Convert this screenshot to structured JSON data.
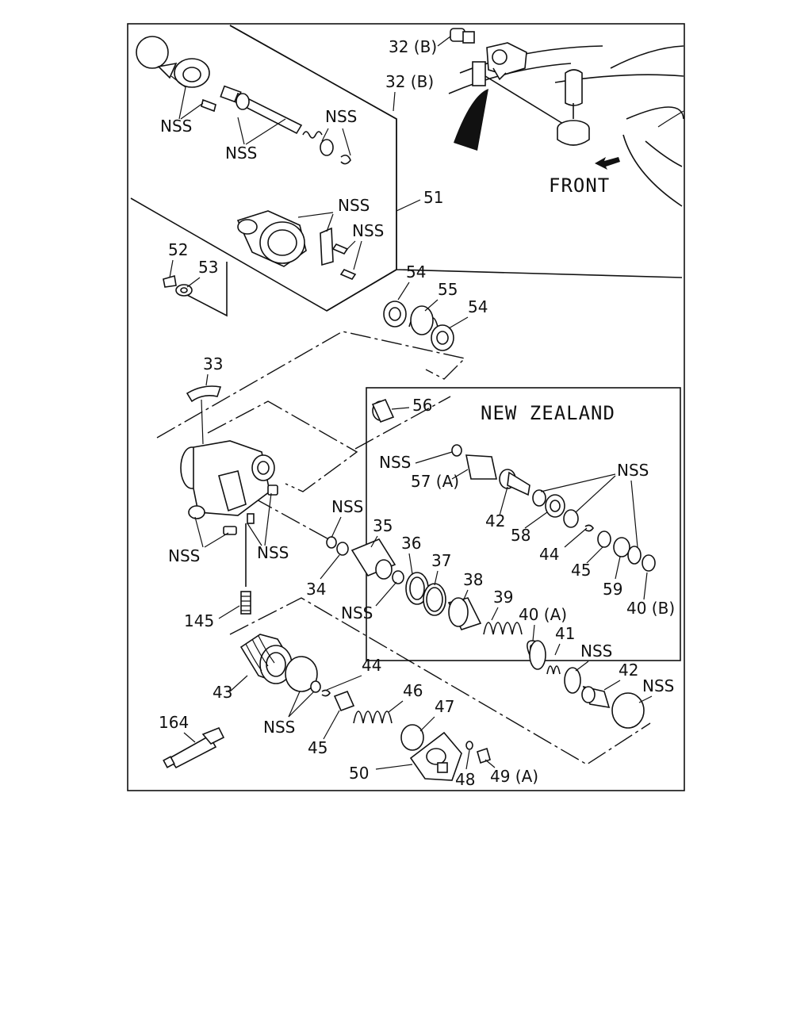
{
  "region_title": "NEW ZEALAND",
  "direction_label": "FRONT",
  "callouts": {
    "c32b_top": "32 (B)",
    "c32b_mid": "32 (B)",
    "c51": "51",
    "c52": "52",
    "c53": "53",
    "c54a": "54",
    "c55": "55",
    "c54b": "54",
    "c33": "33",
    "c56": "56",
    "c57a": "57 (A)",
    "c42_nz": "42",
    "c58": "58",
    "c44_nz": "44",
    "c45_nz": "45",
    "c59": "59",
    "c40b": "40 (B)",
    "c35": "35",
    "c34": "34",
    "c36": "36",
    "c37": "37",
    "c38": "38",
    "c39": "39",
    "c40a": "40 (A)",
    "c41": "41",
    "c42_main": "42",
    "c145": "145",
    "c43": "43",
    "c44_main": "44",
    "c45_main": "45",
    "c46": "46",
    "c47": "47",
    "c48": "48",
    "c49a": "49 (A)",
    "c50": "50",
    "c164": "164"
  },
  "nss_label": "NSS",
  "icons": [
    "shift-knob-icon",
    "spring-icon",
    "seal-ring-icon",
    "valve-body-icon",
    "sealant-tube-icon",
    "direction-arrow-icon"
  ]
}
